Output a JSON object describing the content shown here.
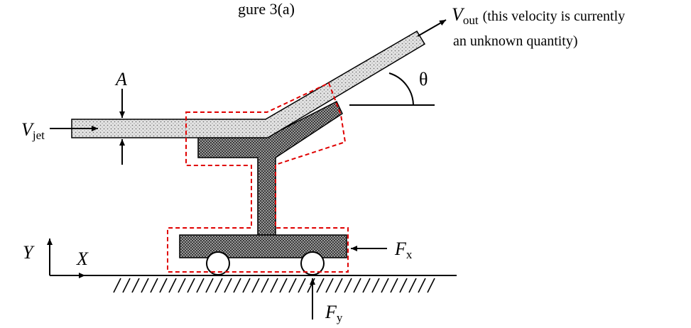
{
  "header": {
    "caption_fragment": "gure 3(a)"
  },
  "labels": {
    "area": "A",
    "v_jet_main": "V",
    "v_jet_sub": "jet",
    "v_out_main": "V",
    "v_out_sub": "out",
    "v_out_note_line1": "(this velocity is currently",
    "v_out_note_line2": "an unknown quantity)",
    "theta": "θ",
    "fx_main": "F",
    "fx_sub": "x",
    "fy_main": "F",
    "fy_sub": "y",
    "axis_x": "X",
    "axis_y": "Y"
  },
  "colors": {
    "control_volume": "#e00000",
    "stroke": "#000000",
    "jet_fill": "#dedede",
    "cart_fill": "#6a6a6a"
  },
  "icons": {
    "wheel_left": "wheel-icon",
    "wheel_right": "wheel-icon",
    "ground": "hatched-ground-icon"
  }
}
